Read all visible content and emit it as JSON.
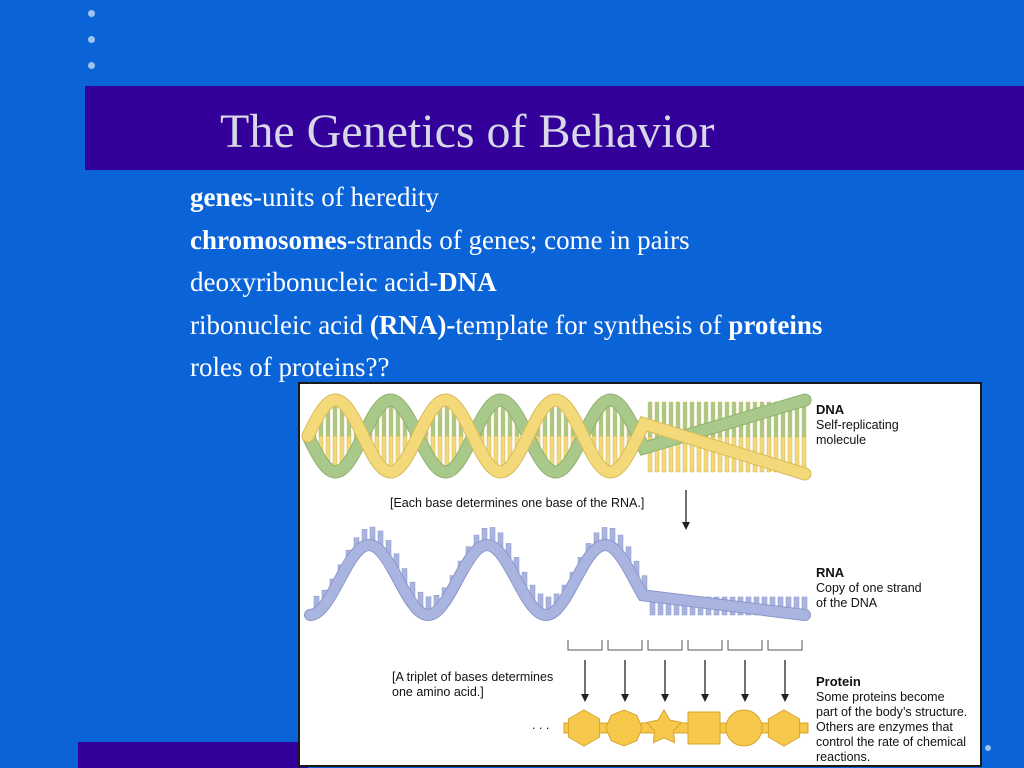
{
  "slide": {
    "title": "The Genetics of Behavior",
    "bullets": [
      {
        "bold": "genes",
        "rest": "-units of heredity"
      },
      {
        "bold": "chromosomes",
        "rest": "-strands of genes; come in pairs"
      },
      {
        "pre": "deoxyribonucleic acid-",
        "bold": "DNA"
      },
      {
        "pre": "ribonucleic acid ",
        "bold": "(RNA)-",
        "rest": "template for synthesis of ",
        "bold2": "proteins"
      },
      {
        "rest": "roles of proteins??"
      }
    ]
  },
  "figure": {
    "dna_title": "DNA",
    "dna_desc1": "Self-replicating",
    "dna_desc2": "molecule",
    "base_note": "[Each base determines one base of the RNA.]",
    "rna_title": "RNA",
    "rna_desc1": "Copy of one strand",
    "rna_desc2": "of the  DNA",
    "triplet_note1": "[A triplet of bases determines",
    "triplet_note2": "one amino acid.]",
    "ellipsis": ". . .",
    "protein_title": "Protein",
    "protein_desc": [
      "Some proteins become",
      "part of the body’s structure.",
      "Others are enzymes that",
      "control the rate of chemical",
      "reactions."
    ],
    "colors": {
      "dna_yellow": "#f4d97a",
      "dna_green": "#a9c98a",
      "rna_blue": "#aab4e0",
      "protein_yellow": "#f6c84c"
    }
  }
}
